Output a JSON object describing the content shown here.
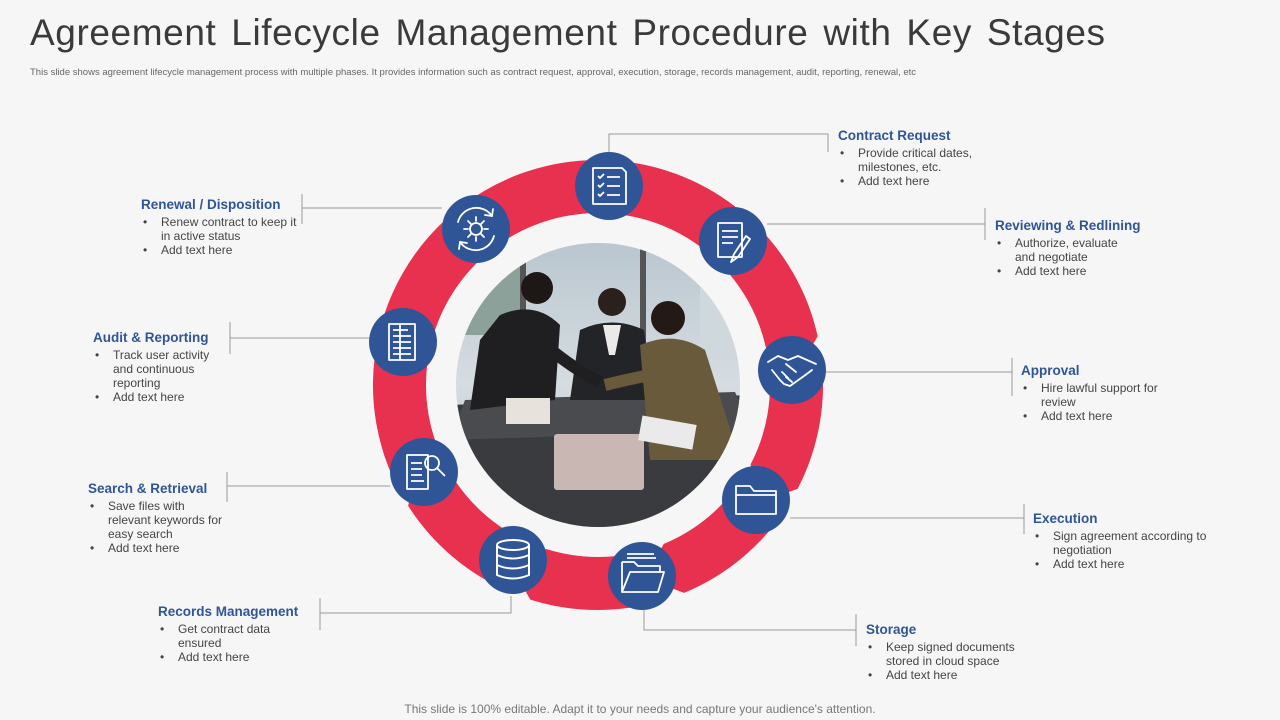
{
  "header": {
    "title": "Agreement Lifecycle Management Procedure with Key Stages",
    "subtitle": "This slide shows agreement lifecycle management process with multiple phases. It provides information such as contract request, approval, execution, storage, records management, audit,  reporting, renewal, etc"
  },
  "footer": {
    "text": "This slide is 100% editable. Adapt it to your needs and capture your audience's attention."
  },
  "colors": {
    "ring": "#e8304f",
    "icon_circle": "#2f5597",
    "heading": "#2f5597",
    "connector": "#9a9a9a"
  },
  "stages": [
    {
      "id": "contract-request",
      "title": "Contract Request",
      "icon": "checklist-icon",
      "bullets": [
        "Provide critical dates, milestones, etc.",
        "Add text here"
      ]
    },
    {
      "id": "reviewing-redlining",
      "title": "Reviewing & Redlining",
      "icon": "document-edit-icon",
      "bullets": [
        "Authorize, evaluate and negotiate",
        "Add text here"
      ]
    },
    {
      "id": "approval",
      "title": "Approval",
      "icon": "handshake-icon",
      "bullets": [
        "Hire lawful support for review",
        "Add text here"
      ]
    },
    {
      "id": "execution",
      "title": "Execution",
      "icon": "folder-icon",
      "bullets": [
        "Sign agreement according to negotiation",
        "Add text here"
      ]
    },
    {
      "id": "storage",
      "title": "Storage",
      "icon": "open-folder-icon",
      "bullets": [
        "Keep signed documents stored in cloud space",
        "Add text here"
      ]
    },
    {
      "id": "records-management",
      "title": "Records Management",
      "icon": "database-icon",
      "bullets": [
        "Get contract data ensured",
        "Add text here"
      ]
    },
    {
      "id": "search-retrieval",
      "title": "Search & Retrieval",
      "icon": "document-search-icon",
      "bullets": [
        "Save files with relevant keywords for easy search",
        "Add text here"
      ]
    },
    {
      "id": "audit-reporting",
      "title": "Audit & Reporting",
      "icon": "report-icon",
      "bullets": [
        "Track user activity and continuous reporting",
        "Add text here"
      ]
    },
    {
      "id": "renewal-disposition",
      "title": "Renewal / Disposition",
      "icon": "gear-cycle-icon",
      "bullets": [
        "Renew contract to keep it in active status",
        "Add text here"
      ]
    }
  ]
}
